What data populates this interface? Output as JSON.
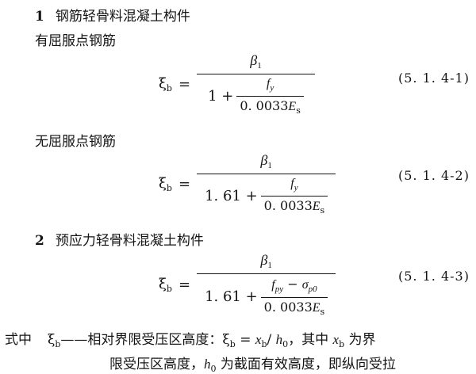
{
  "section1": {
    "number": "1",
    "title": "钢筋轻骨料混凝土构件",
    "sub1": "有屈服点钢筋",
    "sub2": "无屈服点钢筋"
  },
  "section2": {
    "number": "2",
    "title": "预应力轻骨料混凝土构件"
  },
  "formulas": {
    "f1": {
      "lhs": "ξ",
      "lhs_sub": "b",
      "eq": "=",
      "numerator": "β",
      "numerator_sub": "1",
      "den_lead": "1 +",
      "inner_num": "f",
      "inner_num_sub": "y",
      "inner_den_coef": "0. 0033",
      "inner_den_var": "E",
      "inner_den_sub": "s",
      "label": "(5. 1. 4-1)"
    },
    "f2": {
      "lhs": "ξ",
      "lhs_sub": "b",
      "eq": "=",
      "numerator": "β",
      "numerator_sub": "1",
      "den_lead": "1. 61 +",
      "inner_num": "f",
      "inner_num_sub": "y",
      "inner_den_coef": "0. 0033",
      "inner_den_var": "E",
      "inner_den_sub": "s",
      "label": "(5. 1. 4-2)"
    },
    "f3": {
      "lhs": "ξ",
      "lhs_sub": "b",
      "eq": "=",
      "numerator": "β",
      "numerator_sub": "1",
      "den_lead": "1. 61 +",
      "inner_num_a": "f",
      "inner_num_a_sub": "py",
      "inner_minus": " − ",
      "inner_num_b": "σ",
      "inner_num_b_sub": "p0",
      "inner_den_coef": "0. 0033",
      "inner_den_var": "E",
      "inner_den_sub": "s",
      "label": "(5. 1. 4-3)"
    }
  },
  "definition": {
    "lead": "式中",
    "symbol": "ξ",
    "symbol_sub": "b",
    "line1_text": "——相对界限受压区高度：",
    "line1_xi": "ξ",
    "line1_xi_sub": "b",
    "line1_eq": " = ",
    "line1_x": "x",
    "line1_x_sub": "b",
    "line1_slash": "/ ",
    "line1_h": "h",
    "line1_h_sub": "0",
    "line1_tail_a": "，其中 ",
    "line1_x2": "x",
    "line1_x2_sub": "b",
    "line1_tail_b": " 为界",
    "line2_text_a": "限受压区高度，",
    "line2_h": "h",
    "line2_h_sub": "0",
    "line2_text_b": " 为截面有效高度，即纵向受拉"
  }
}
